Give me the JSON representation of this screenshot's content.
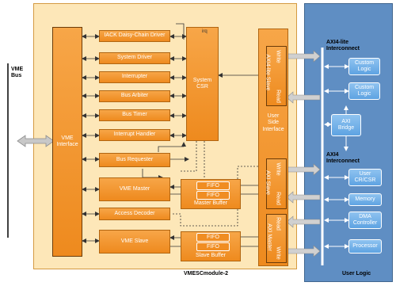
{
  "vme_bus": {
    "line1": "VME",
    "line2": "Bus"
  },
  "module": {
    "name": "VMESCmodule-2",
    "vme_interface": {
      "line1": "VME",
      "line2": "Interface"
    },
    "blocks": {
      "iack": "IACK Daisy-Chain Driver",
      "system_driver": "System Driver",
      "interrupter": "Interrupter",
      "bus_arbiter": "Bus Arbiter",
      "bus_timer": "Bus Timer",
      "interrupt_handler": "Interrupt Handler",
      "bus_requester": "Bus Requester",
      "vme_master": "VME Master",
      "access_decoder": "Access Decoder",
      "vme_slave": "VME Slave"
    },
    "system_csr": {
      "line1": "System",
      "line2": "CSR",
      "irq": "irq"
    },
    "fifo": "FIFO",
    "master_buffer": "Master Buffer",
    "slave_buffer": "Slave Buffer",
    "user_side_interface": {
      "line1": "User",
      "line2": "Side",
      "line3": "Interface"
    },
    "axi4lite_slave": {
      "name": "AXI4-lite Slave",
      "write": "Write",
      "read": "Read"
    },
    "axi_slave": {
      "name": "AXI Slave",
      "write": "Write",
      "read": "Read"
    },
    "axi_master": {
      "name": "AXI Master",
      "read": "Read",
      "write": "Write"
    }
  },
  "user_logic": {
    "title": "User Logic",
    "axi4lite_interconnect": {
      "line1": "AXI4-lite",
      "line2": "Interconnect"
    },
    "axi4_interconnect": {
      "line1": "AXI4",
      "line2": "Interconnect"
    },
    "custom_logic_1": {
      "line1": "Custom",
      "line2": "Logic"
    },
    "custom_logic_2": {
      "line1": "Custom",
      "line2": "Logic"
    },
    "axi_bridge": {
      "line1": "AXI",
      "line2": "Bridge"
    },
    "user_cr_csr": {
      "line1": "User",
      "line2": "CR/CSR"
    },
    "memory": "Memory",
    "dma_controller": {
      "line1": "DMA",
      "line2": "Controller"
    },
    "processor": "Processor"
  },
  "colors": {
    "module_bg": "#fde7b8",
    "block_orange": "#ee8a1e",
    "user_bg": "#5f8ec3",
    "user_block": "#6aaee6",
    "arrow_gray": "#bdbdbd"
  }
}
